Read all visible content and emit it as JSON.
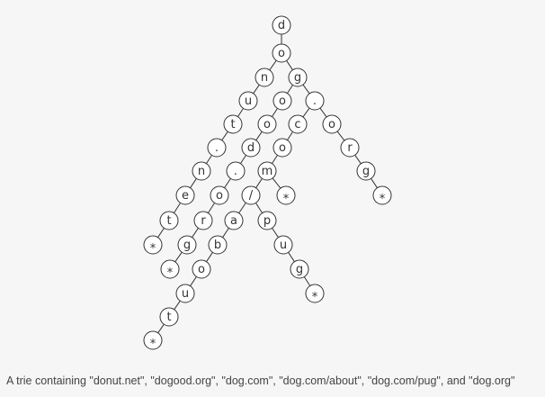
{
  "figure": {
    "caption": "A trie containing \"donut.net\", \"dogood.org\", \"dog.com\", \"dog.com/about\", \"dog.com/pug\", and \"dog.org\""
  },
  "trie": {
    "nodes": [
      {
        "id": "n1",
        "label": "d"
      },
      {
        "id": "n2",
        "label": "o"
      },
      {
        "id": "n3",
        "label": "n"
      },
      {
        "id": "n4",
        "label": "u"
      },
      {
        "id": "n5",
        "label": "t"
      },
      {
        "id": "n6",
        "label": "."
      },
      {
        "id": "n7",
        "label": "n"
      },
      {
        "id": "n8",
        "label": "e"
      },
      {
        "id": "n9",
        "label": "t"
      },
      {
        "id": "n10",
        "label": "*"
      },
      {
        "id": "n11",
        "label": "g"
      },
      {
        "id": "n12",
        "label": "o"
      },
      {
        "id": "n13",
        "label": "o"
      },
      {
        "id": "n14",
        "label": "d"
      },
      {
        "id": "n15",
        "label": "."
      },
      {
        "id": "n16",
        "label": "o"
      },
      {
        "id": "n17",
        "label": "r"
      },
      {
        "id": "n18",
        "label": "g"
      },
      {
        "id": "n19",
        "label": "*"
      },
      {
        "id": "n20",
        "label": "."
      },
      {
        "id": "n21",
        "label": "c"
      },
      {
        "id": "n22",
        "label": "o"
      },
      {
        "id": "n23",
        "label": "m"
      },
      {
        "id": "n24",
        "label": "/"
      },
      {
        "id": "n25",
        "label": "a"
      },
      {
        "id": "n26",
        "label": "b"
      },
      {
        "id": "n27",
        "label": "o"
      },
      {
        "id": "n28",
        "label": "u"
      },
      {
        "id": "n29",
        "label": "t"
      },
      {
        "id": "n30",
        "label": "*"
      },
      {
        "id": "n31",
        "label": "p"
      },
      {
        "id": "n32",
        "label": "u"
      },
      {
        "id": "n33",
        "label": "g"
      },
      {
        "id": "n34",
        "label": "*"
      },
      {
        "id": "n35",
        "label": "*"
      },
      {
        "id": "n36",
        "label": "o"
      },
      {
        "id": "n37",
        "label": "r"
      },
      {
        "id": "n38",
        "label": "g"
      },
      {
        "id": "n39",
        "label": "*"
      }
    ],
    "edges": [
      [
        "n1",
        "n2"
      ],
      [
        "n2",
        "n3"
      ],
      [
        "n3",
        "n4"
      ],
      [
        "n4",
        "n5"
      ],
      [
        "n5",
        "n6"
      ],
      [
        "n6",
        "n7"
      ],
      [
        "n7",
        "n8"
      ],
      [
        "n8",
        "n9"
      ],
      [
        "n9",
        "n10"
      ],
      [
        "n2",
        "n11"
      ],
      [
        "n11",
        "n12"
      ],
      [
        "n12",
        "n13"
      ],
      [
        "n13",
        "n14"
      ],
      [
        "n14",
        "n15"
      ],
      [
        "n15",
        "n16"
      ],
      [
        "n16",
        "n17"
      ],
      [
        "n17",
        "n18"
      ],
      [
        "n18",
        "n19"
      ],
      [
        "n11",
        "n20"
      ],
      [
        "n20",
        "n21"
      ],
      [
        "n21",
        "n22"
      ],
      [
        "n22",
        "n23"
      ],
      [
        "n23",
        "n24"
      ],
      [
        "n24",
        "n25"
      ],
      [
        "n25",
        "n26"
      ],
      [
        "n26",
        "n27"
      ],
      [
        "n27",
        "n28"
      ],
      [
        "n28",
        "n29"
      ],
      [
        "n29",
        "n30"
      ],
      [
        "n24",
        "n31"
      ],
      [
        "n31",
        "n32"
      ],
      [
        "n32",
        "n33"
      ],
      [
        "n33",
        "n34"
      ],
      [
        "n23",
        "n35"
      ],
      [
        "n20",
        "n36"
      ],
      [
        "n36",
        "n37"
      ],
      [
        "n37",
        "n38"
      ],
      [
        "n38",
        "n39"
      ]
    ]
  }
}
